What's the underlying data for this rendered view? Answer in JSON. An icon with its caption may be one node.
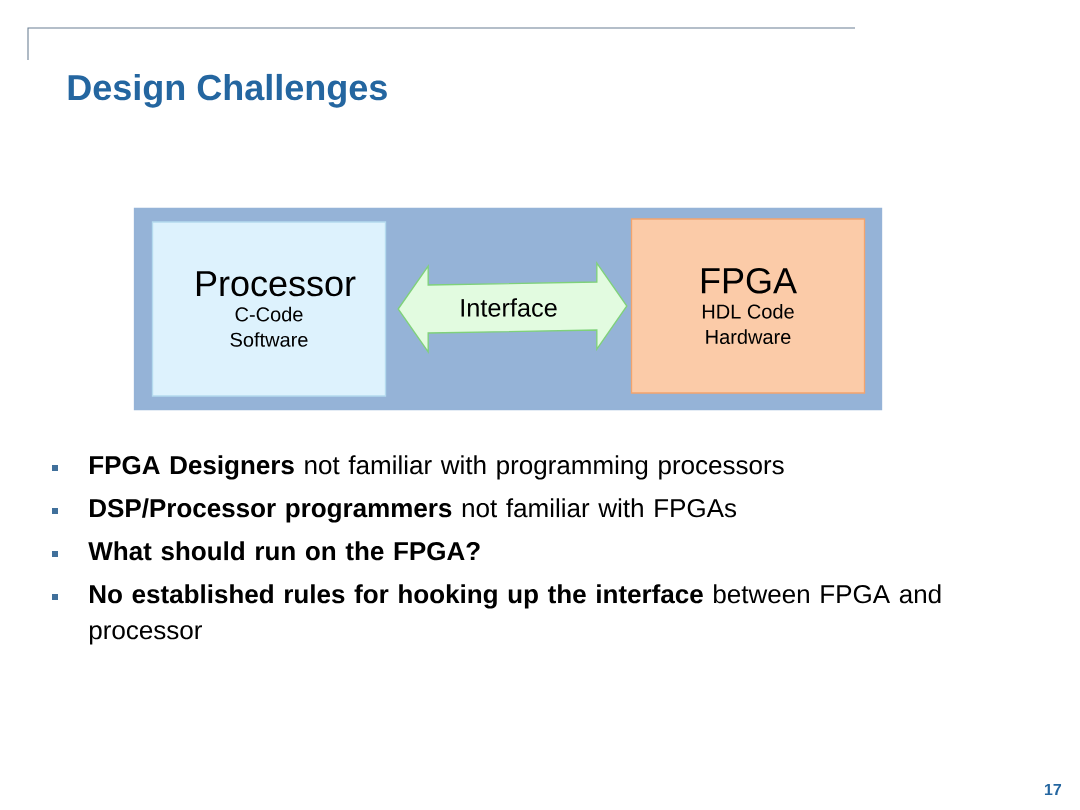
{
  "diagram": {
    "title": "Design Challenges",
    "nodes": [
      {
        "text": [],
        "shape": "box"
      },
      {
        "text": [
          "Processor",
          "C-Code Software"
        ],
        "in": 0
      },
      {
        "text": [
          "FPGA",
          "HDL Code Hardware"
        ],
        "in": 0
      }
    ],
    "edges": [
      {
        "from": 1,
        "to": 2,
        "arrow": "both",
        "label": "Interface"
      }
    ],
    "labels": [
      "**FPGA Designers** not familiar with programming processors",
      "**DSP/Processor programmers** not familiar with FPGAs",
      "**What should run on the FPGA?**",
      "**No established rules for hooking up the interface** between FPGA and processor",
      "17"
    ]
  }
}
